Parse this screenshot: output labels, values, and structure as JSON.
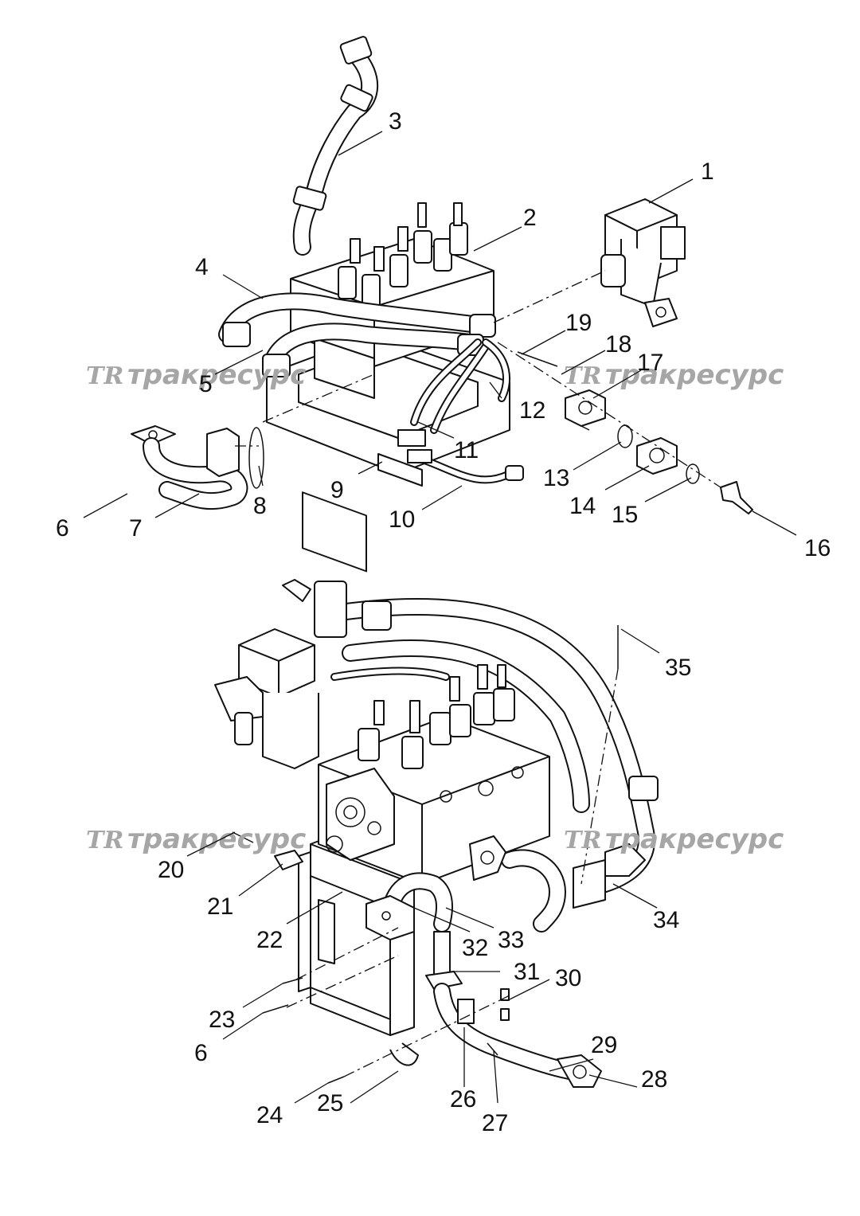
{
  "watermark": {
    "logo": "TR",
    "text": "тракресурс"
  },
  "callouts": [
    "1",
    "2",
    "3",
    "4",
    "5",
    "6",
    "7",
    "8",
    "9",
    "10",
    "11",
    "12",
    "13",
    "14",
    "15",
    "16",
    "17",
    "18",
    "19",
    "20",
    "21",
    "22",
    "23",
    "6",
    "24",
    "25",
    "26",
    "27",
    "28",
    "29",
    "30",
    "31",
    "32",
    "33",
    "34",
    "35"
  ]
}
